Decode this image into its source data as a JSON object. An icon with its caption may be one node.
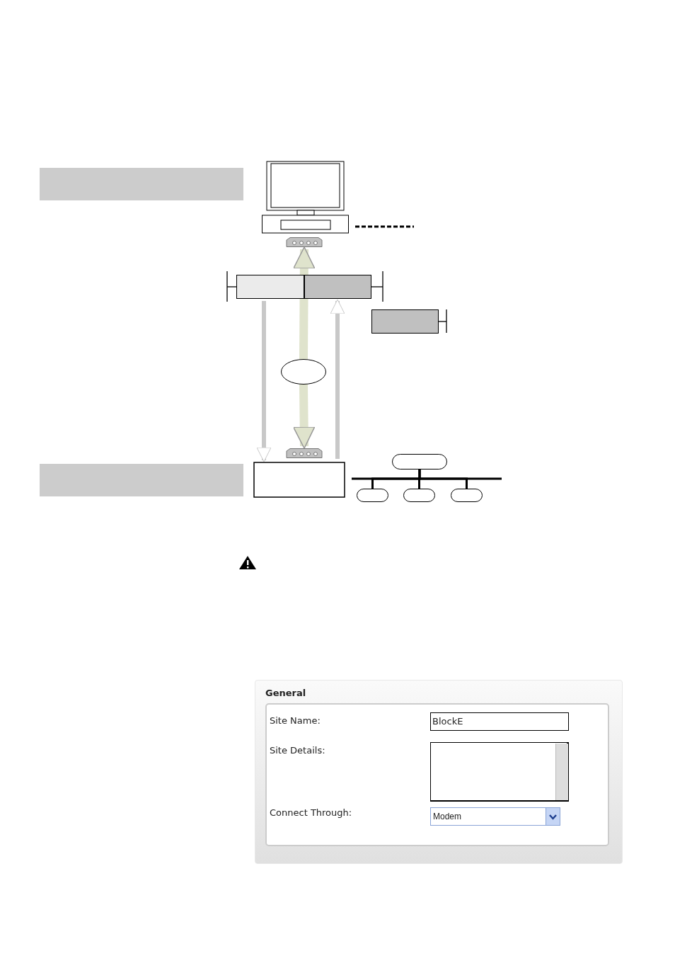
{
  "diagram": {
    "nodes": [
      {
        "text": [],
        "shape": "computer"
      },
      {
        "text": [],
        "shape": "box"
      },
      {
        "text": [],
        "shape": "ellipse"
      },
      {
        "text": [],
        "shape": "box"
      },
      {
        "text": [],
        "shape": "box"
      },
      {
        "text": [],
        "shape": "bar"
      },
      {
        "text": [],
        "shape": "bar"
      },
      {
        "text": [],
        "shape": "bar"
      },
      {
        "text": [],
        "shape": "pill"
      },
      {
        "text": [],
        "shape": "pill"
      },
      {
        "text": [],
        "shape": "pill"
      },
      {
        "text": [],
        "shape": "pill"
      },
      {
        "text": [],
        "shape": "band"
      },
      {
        "text": [],
        "shape": "band"
      }
    ],
    "edges": [
      {
        "from": 2,
        "to": 1,
        "arrow": "to",
        "style": "thick",
        "color": "#dfe3cc"
      },
      {
        "from": 2,
        "to": 3,
        "arrow": "to",
        "style": "thick",
        "color": "#dfe3cc"
      },
      {
        "from": 5,
        "to": 4,
        "arrow": "to",
        "color": "#c8c8c8"
      },
      {
        "from": 4,
        "to": 6,
        "arrow": "to",
        "color": "#c8c8c8"
      },
      {
        "from": 8,
        "to": 9,
        "arrow": "none"
      },
      {
        "from": 8,
        "to": 10,
        "arrow": "none"
      },
      {
        "from": 8,
        "to": 11,
        "arrow": "none"
      }
    ],
    "labels": [
      "General",
      "Site Name:",
      "BlockE",
      "Site Details:",
      "Connect Through:",
      "Modem"
    ]
  }
}
